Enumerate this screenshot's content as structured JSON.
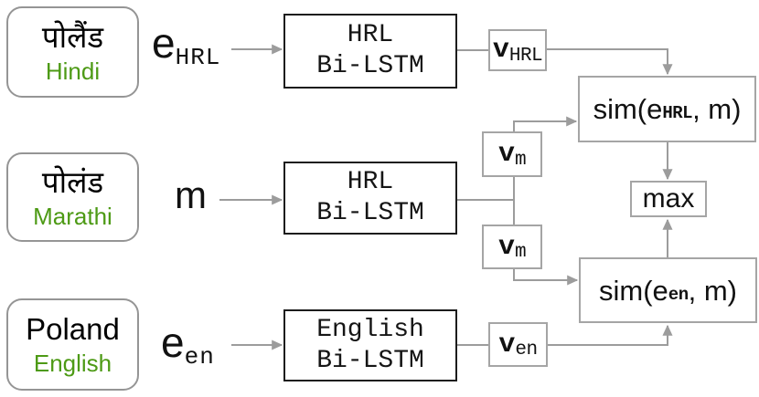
{
  "colors": {
    "green": "#4d9a15",
    "wire": "#9c9c9c",
    "entity-border": "#959595",
    "encoder-border": "#1c1c1c",
    "node-border": "#a5a5a5",
    "text": "#111111"
  },
  "entities": [
    {
      "word": "पोलैंड",
      "language": "Hindi"
    },
    {
      "word": "पोलंड",
      "language": "Marathi"
    },
    {
      "word": "Poland",
      "language": "English"
    }
  ],
  "inputs": [
    {
      "symbol": "e",
      "subscript": "HRL"
    },
    {
      "symbol": "m",
      "subscript": ""
    },
    {
      "symbol": "e",
      "subscript": "en"
    }
  ],
  "encoders": [
    {
      "line1": "HRL",
      "line2": "Bi-LSTM"
    },
    {
      "line1": "HRL",
      "line2": "Bi-LSTM"
    },
    {
      "line1": "English",
      "line2": "Bi-LSTM"
    }
  ],
  "vectors": [
    {
      "symbol": "v",
      "subscript": "HRL"
    },
    {
      "symbol": "v",
      "subscript": "m"
    },
    {
      "symbol": "v",
      "subscript": "m"
    },
    {
      "symbol": "v",
      "subscript": "en"
    }
  ],
  "scores": [
    {
      "prefix": "sim(e",
      "subscript": "HRL",
      "suffix": ", m)"
    },
    {
      "prefix": "sim(e",
      "subscript": "en",
      "suffix": ", m)"
    }
  ],
  "aggregator": {
    "label": "max"
  }
}
